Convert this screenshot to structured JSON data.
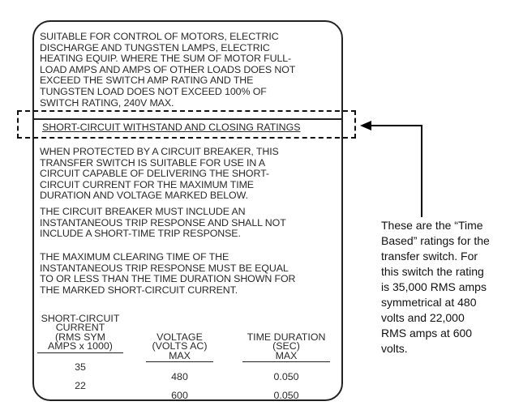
{
  "label": {
    "paragraph1": "SUITABLE FOR CONTROL OF MOTORS, ELECTRIC\nDISCHARGE AND TUNGSTEN LAMPS, ELECTRIC\nHEATING EQUIP. WHERE THE SUM OF MOTOR FULL-\nLOAD AMPS AND AMPS OF OTHER LOADS DOES NOT\nEXCEED THE SWITCH AMP RATING AND THE\nTUNGSTEN LOAD DOES NOT EXCEED 100% OF\nSWITCH RATING, 240V MAX.",
    "heading": "SHORT-CIRCUIT WITHSTAND AND CLOSING RATINGS",
    "paragraph2": "WHEN PROTECTED BY A CIRCUIT BREAKER, THIS\nTRANSFER SWITCH IS SUITABLE FOR USE IN A\nCIRCUIT CAPABLE OF DELIVERING THE SHORT-\nCIRCUIT CURRENT FOR THE MAXIMUM TIME\nDURATION AND VOLTAGE MARKED BELOW.",
    "paragraph3": "THE CIRCUIT BREAKER MUST INCLUDE AN\nINSTANTANEOUS TRIP RESPONSE AND SHALL NOT\nINCLUDE A SHORT-TIME TRIP RESPONSE.",
    "paragraph4": "THE MAXIMUM CLEARING TIME OF THE\nINSTANTANEOUS TRIP RESPONSE MUST BE EQUAL\nTO OR LESS THAN THE TIME DURATION SHOWN FOR\nTHE MARKED SHORT-CIRCUIT CURRENT.",
    "table": {
      "headers": [
        "SHORT-CIRCUIT\nCURRENT\n(RMS SYM\nAMPS x 1000)",
        "VOLTAGE\n(VOLTS AC)\nMAX",
        "TIME DURATION\n(SEC)\nMAX"
      ],
      "rows": [
        [
          "35",
          "480",
          "0.050"
        ],
        [
          "22",
          "600",
          "0.050"
        ]
      ]
    }
  },
  "annotation": "These are the “Time\nBased” ratings for the\ntransfer switch. For\nthis switch the rating\nis 35,000 RMS amps\nsymmetrical at 480\nvolts and 22,000\nRMS amps at 600\nvolts."
}
